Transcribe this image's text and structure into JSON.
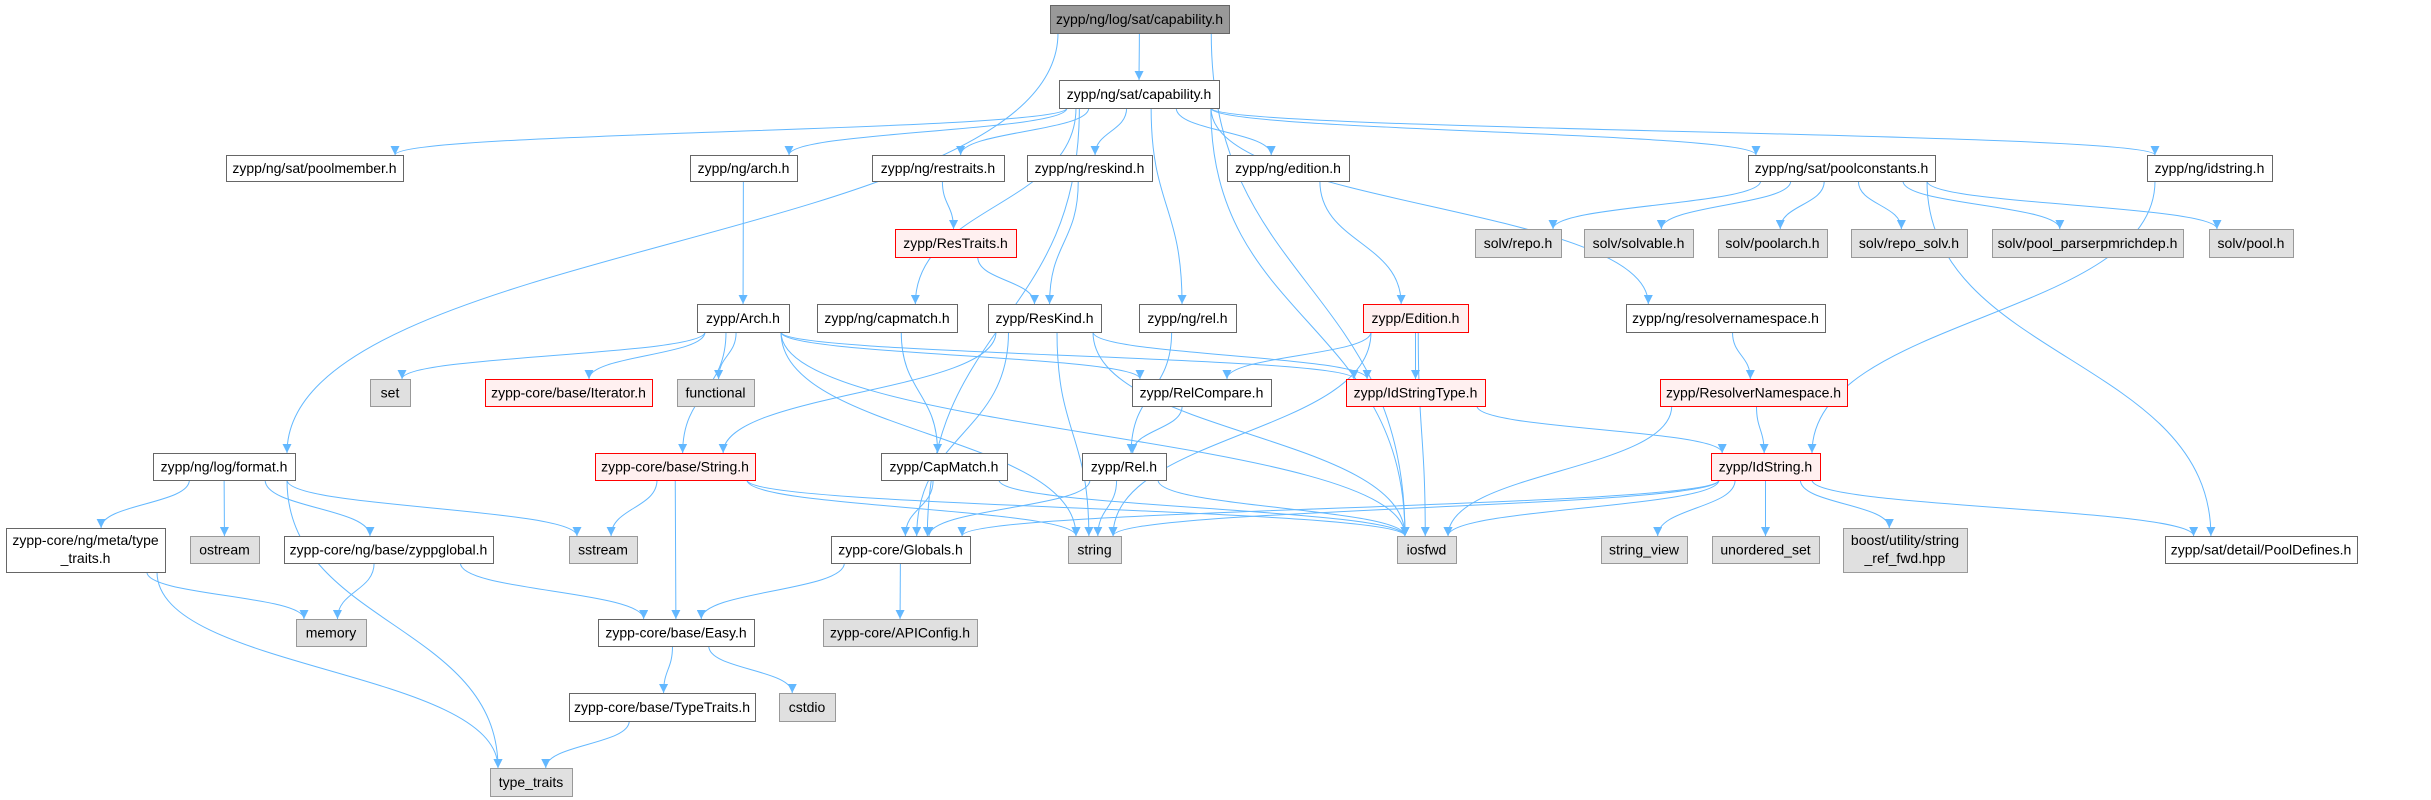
{
  "colors": {
    "edge": "#63b8ff",
    "red_border": "#ff0000",
    "root_fill": "#999999",
    "gray_fill": "#e0e0e0"
  },
  "nodes": [
    {
      "id": "root",
      "label": "zypp/ng/log/sat/capability.h",
      "style": "root"
    },
    {
      "id": "satcap",
      "label": "zypp/ng/sat/capability.h",
      "style": "white"
    },
    {
      "id": "poolmember",
      "label": "zypp/ng/sat/poolmember.h",
      "style": "white"
    },
    {
      "id": "ngarch",
      "label": "zypp/ng/arch.h",
      "style": "white"
    },
    {
      "id": "restraits",
      "label": "zypp/ng/restraits.h",
      "style": "white"
    },
    {
      "id": "reskind",
      "label": "zypp/ng/reskind.h",
      "style": "white"
    },
    {
      "id": "edition",
      "label": "zypp/ng/edition.h",
      "style": "white"
    },
    {
      "id": "poolconstants",
      "label": "zypp/ng/sat/poolconstants.h",
      "style": "white"
    },
    {
      "id": "ngidstring",
      "label": "zypp/ng/idstring.h",
      "style": "white"
    },
    {
      "id": "ResTraits",
      "label": "zypp/ResTraits.h",
      "style": "red"
    },
    {
      "id": "solvrepo",
      "label": "solv/repo.h",
      "style": "gray"
    },
    {
      "id": "solvsolvable",
      "label": "solv/solvable.h",
      "style": "gray"
    },
    {
      "id": "solvpoolarch",
      "label": "solv/poolarch.h",
      "style": "gray"
    },
    {
      "id": "solvreposolv",
      "label": "solv/repo_solv.h",
      "style": "gray"
    },
    {
      "id": "solvrich",
      "label": "solv/pool_parserpmrichdep.h",
      "style": "gray"
    },
    {
      "id": "solvpool",
      "label": "solv/pool.h",
      "style": "gray"
    },
    {
      "id": "Arch",
      "label": "zypp/Arch.h",
      "style": "white"
    },
    {
      "id": "capmatch",
      "label": "zypp/ng/capmatch.h",
      "style": "white"
    },
    {
      "id": "ResKind",
      "label": "zypp/ResKind.h",
      "style": "white"
    },
    {
      "id": "ngrel",
      "label": "zypp/ng/rel.h",
      "style": "white"
    },
    {
      "id": "Edition",
      "label": "zypp/Edition.h",
      "style": "red"
    },
    {
      "id": "resolvernamespace",
      "label": "zypp/ng/resolvernamespace.h",
      "style": "white"
    },
    {
      "id": "set",
      "label": "set",
      "style": "gray"
    },
    {
      "id": "Iterator",
      "label": "zypp-core/base/Iterator.h",
      "style": "red"
    },
    {
      "id": "functional",
      "label": "functional",
      "style": "gray"
    },
    {
      "id": "RelCompare",
      "label": "zypp/RelCompare.h",
      "style": "white"
    },
    {
      "id": "IdStringType",
      "label": "zypp/IdStringType.h",
      "style": "red"
    },
    {
      "id": "ResolverNamespace",
      "label": "zypp/ResolverNamespace.h",
      "style": "red"
    },
    {
      "id": "format",
      "label": "zypp/ng/log/format.h",
      "style": "white"
    },
    {
      "id": "String",
      "label": "zypp-core/base/String.h",
      "style": "red"
    },
    {
      "id": "CapMatch",
      "label": "zypp/CapMatch.h",
      "style": "white"
    },
    {
      "id": "Rel",
      "label": "zypp/Rel.h",
      "style": "white"
    },
    {
      "id": "IdString",
      "label": "zypp/IdString.h",
      "style": "red"
    },
    {
      "id": "metatypetraits",
      "label": "zypp-core/ng/meta/type",
      "label2": "_traits.h",
      "style": "white"
    },
    {
      "id": "ostream",
      "label": "ostream",
      "style": "gray"
    },
    {
      "id": "zyppglobal",
      "label": "zypp-core/ng/base/zyppglobal.h",
      "style": "white"
    },
    {
      "id": "sstream",
      "label": "sstream",
      "style": "gray"
    },
    {
      "id": "Globals",
      "label": "zypp-core/Globals.h",
      "style": "white"
    },
    {
      "id": "string",
      "label": "string",
      "style": "gray"
    },
    {
      "id": "iosfwd",
      "label": "iosfwd",
      "style": "gray"
    },
    {
      "id": "string_view",
      "label": "string_view",
      "style": "gray"
    },
    {
      "id": "unordered_set",
      "label": "unordered_set",
      "style": "gray"
    },
    {
      "id": "boost",
      "label": "boost/utility/string",
      "label2": "_ref_fwd.hpp",
      "style": "gray"
    },
    {
      "id": "PoolDefines",
      "label": "zypp/sat/detail/PoolDefines.h",
      "style": "white"
    },
    {
      "id": "memory",
      "label": "memory",
      "style": "gray"
    },
    {
      "id": "Easy",
      "label": "zypp-core/base/Easy.h",
      "style": "white"
    },
    {
      "id": "APIConfig",
      "label": "zypp-core/APIConfig.h",
      "style": "gray"
    },
    {
      "id": "TypeTraits",
      "label": "zypp-core/base/TypeTraits.h",
      "style": "white"
    },
    {
      "id": "cstdio",
      "label": "cstdio",
      "style": "gray"
    },
    {
      "id": "type_traits",
      "label": "type_traits",
      "style": "gray"
    }
  ],
  "edges": [
    [
      "root",
      "satcap"
    ],
    [
      "root",
      "format"
    ],
    [
      "root",
      "iosfwd"
    ],
    [
      "satcap",
      "poolmember"
    ],
    [
      "satcap",
      "ngarch"
    ],
    [
      "satcap",
      "restraits"
    ],
    [
      "satcap",
      "reskind"
    ],
    [
      "satcap",
      "capmatch"
    ],
    [
      "satcap",
      "ngrel"
    ],
    [
      "satcap",
      "edition"
    ],
    [
      "satcap",
      "poolconstants"
    ],
    [
      "satcap",
      "ngidstring"
    ],
    [
      "satcap",
      "resolvernamespace"
    ],
    [
      "satcap",
      "Globals"
    ],
    [
      "satcap",
      "iosfwd"
    ],
    [
      "ngarch",
      "Arch"
    ],
    [
      "restraits",
      "ResTraits"
    ],
    [
      "ResTraits",
      "ResKind"
    ],
    [
      "reskind",
      "ResKind"
    ],
    [
      "edition",
      "Edition"
    ],
    [
      "capmatch",
      "CapMatch"
    ],
    [
      "ngrel",
      "Rel"
    ],
    [
      "resolvernamespace",
      "ResolverNamespace"
    ],
    [
      "ngidstring",
      "IdString"
    ],
    [
      "poolconstants",
      "solvrepo"
    ],
    [
      "poolconstants",
      "solvsolvable"
    ],
    [
      "poolconstants",
      "solvpoolarch"
    ],
    [
      "poolconstants",
      "solvreposolv"
    ],
    [
      "poolconstants",
      "solvrich"
    ],
    [
      "poolconstants",
      "solvpool"
    ],
    [
      "poolconstants",
      "PoolDefines"
    ],
    [
      "Arch",
      "set"
    ],
    [
      "Arch",
      "Iterator"
    ],
    [
      "Arch",
      "functional"
    ],
    [
      "Arch",
      "String"
    ],
    [
      "Arch",
      "string"
    ],
    [
      "Arch",
      "iosfwd"
    ],
    [
      "Arch",
      "IdStringType"
    ],
    [
      "Arch",
      "RelCompare"
    ],
    [
      "ResKind",
      "String"
    ],
    [
      "ResKind",
      "Globals"
    ],
    [
      "ResKind",
      "string"
    ],
    [
      "ResKind",
      "iosfwd"
    ],
    [
      "ResKind",
      "IdStringType"
    ],
    [
      "Edition",
      "RelCompare"
    ],
    [
      "Edition",
      "IdStringType"
    ],
    [
      "Edition",
      "iosfwd"
    ],
    [
      "Edition",
      "string"
    ],
    [
      "RelCompare",
      "Rel"
    ],
    [
      "IdStringType",
      "IdString"
    ],
    [
      "ResolverNamespace",
      "IdString"
    ],
    [
      "ResolverNamespace",
      "iosfwd"
    ],
    [
      "IdString",
      "Globals"
    ],
    [
      "IdString",
      "string"
    ],
    [
      "IdString",
      "iosfwd"
    ],
    [
      "IdString",
      "string_view"
    ],
    [
      "IdString",
      "unordered_set"
    ],
    [
      "IdString",
      "boost"
    ],
    [
      "IdString",
      "PoolDefines"
    ],
    [
      "Rel",
      "Globals"
    ],
    [
      "Rel",
      "string"
    ],
    [
      "Rel",
      "iosfwd"
    ],
    [
      "CapMatch",
      "Globals"
    ],
    [
      "CapMatch",
      "iosfwd"
    ],
    [
      "String",
      "sstream"
    ],
    [
      "String",
      "Easy"
    ],
    [
      "String",
      "string"
    ],
    [
      "String",
      "iosfwd"
    ],
    [
      "format",
      "metatypetraits"
    ],
    [
      "format",
      "ostream"
    ],
    [
      "format",
      "zyppglobal"
    ],
    [
      "format",
      "sstream"
    ],
    [
      "format",
      "type_traits"
    ],
    [
      "metatypetraits",
      "memory"
    ],
    [
      "metatypetraits",
      "type_traits"
    ],
    [
      "zyppglobal",
      "memory"
    ],
    [
      "zyppglobal",
      "Easy"
    ],
    [
      "Globals",
      "Easy"
    ],
    [
      "Globals",
      "APIConfig"
    ],
    [
      "Easy",
      "TypeTraits"
    ],
    [
      "Easy",
      "cstdio"
    ],
    [
      "TypeTraits",
      "type_traits"
    ]
  ]
}
